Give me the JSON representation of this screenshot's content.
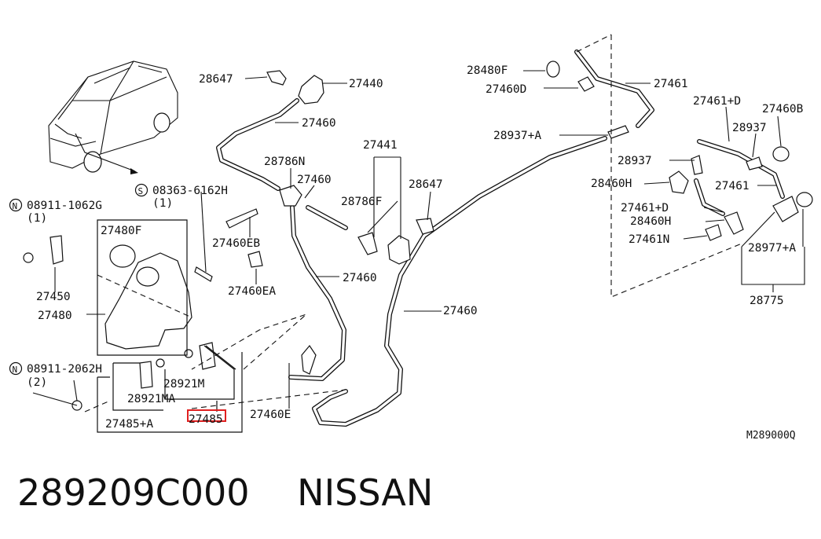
{
  "diagram": {
    "code": "M289000Q",
    "parts": {
      "p28647a": "28647",
      "p27440": "27440",
      "p27460a": "27460",
      "p28786n": "28786N",
      "p27460b": "27460",
      "p27441": "27441",
      "p28786f": "28786F",
      "p28647b": "28647",
      "p27460eb": "27460EB",
      "p27460ea": "27460EA",
      "p27460c": "27460",
      "p27460d": "27460",
      "p27460e": "27460E",
      "p28480f": "28480F",
      "p27460dd": "27460D",
      "p27461": "27461",
      "p28937a": "28937+A",
      "p27461d": "27461+D",
      "p27460bb": "27460B",
      "p28937": "28937",
      "p28937b": "28937",
      "p28460h": "28460H",
      "p27461b": "27461",
      "p27461d2": "27461+D",
      "p28460h2": "28460H",
      "p27461n": "27461N",
      "p28977a": "28977+A",
      "p28775": "28775",
      "p08363": "08363-6162H",
      "p08363q": "(1)",
      "p08911a": "08911-1062G",
      "p08911aq": "(1)",
      "p27480f": "27480F",
      "p27450": "27450",
      "p27480": "27480",
      "p08911b": "08911-2062H",
      "p08911bq": "(2)",
      "p28921m": "28921M",
      "p28921ma": "28921MA",
      "p27485a": "27485+A",
      "p27485": "27485"
    },
    "symbols": {
      "s": "S",
      "n": "N"
    }
  },
  "footer": {
    "part_number": "289209C000",
    "brand": "NISSAN"
  },
  "colors": {
    "highlight": "#e02020",
    "ink": "#111111"
  }
}
